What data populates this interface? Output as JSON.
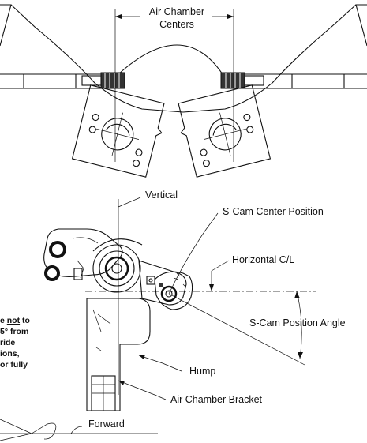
{
  "labels": {
    "air_chamber_centers_line1": "Air Chamber",
    "air_chamber_centers_line2": "Centers",
    "vertical": "Vertical",
    "s_cam_center_position": "S-Cam Center Position",
    "horizontal_cl": "Horizontal C/L",
    "s_cam_position_angle": "S-Cam Position Angle",
    "hump": "Hump",
    "air_chamber_bracket": "Air Chamber Bracket",
    "forward": "Forward"
  },
  "note": {
    "line1_a": "e ",
    "line1_b": "not",
    "line1_c": " to",
    "line2": "5° from",
    "line3": "ride",
    "line4": "ions,",
    "line5": "or fully"
  }
}
